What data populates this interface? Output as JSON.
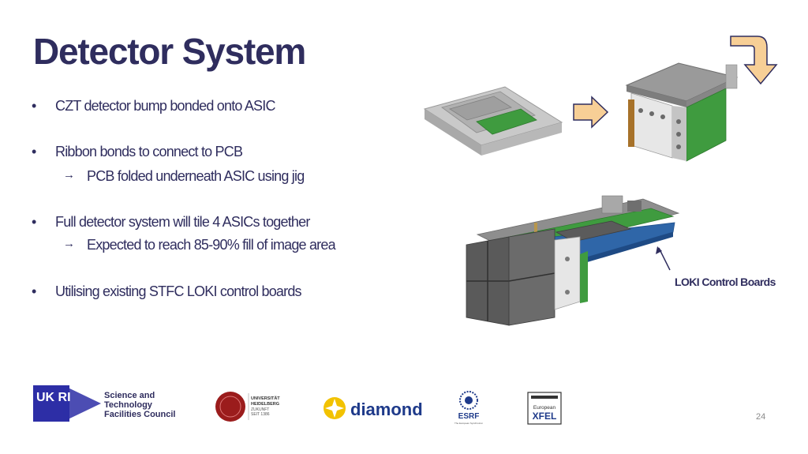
{
  "slide": {
    "title": "Detector System",
    "page_number": "24"
  },
  "bullets": [
    {
      "marker": "•",
      "text": "CZT detector bump bonded onto ASIC"
    },
    {
      "marker": "•",
      "text": "Ribbon bonds to connect to PCB"
    },
    {
      "marker": "→",
      "text": "PCB folded underneath ASIC using jig"
    },
    {
      "marker": "•",
      "text": "Full detector system will tile 4 ASICs together"
    },
    {
      "marker": "→",
      "text": "Expected to reach 85-90% fill of image area"
    },
    {
      "marker": "•",
      "text": "Utilising existing STFC LOKI control boards"
    }
  ],
  "figure": {
    "callout_label": "LOKI Control Boards"
  },
  "logos": {
    "ukri_mark": "UK RI",
    "stfc_line1": "Science and",
    "stfc_line2": "Technology",
    "stfc_line3": "Facilities Council",
    "heidelberg_line1": "UNIVERSITÄT",
    "heidelberg_line2": "HEIDELBERG",
    "heidelberg_line3": "ZUKUNFT",
    "heidelberg_line4": "SEIT 1386",
    "diamond": "diamond",
    "esrf": "ESRF",
    "esrf_sub": "The European Synchrotron",
    "xfel_line1": "European",
    "xfel_line2": "XFEL"
  },
  "colors": {
    "title": "#2f2d5e",
    "arrow_fill": "#f7cf96",
    "arrow_stroke": "#2f2d5e",
    "pcb_green": "#3f9b3f",
    "ukri_blue": "#2d2ea6",
    "heidelberg_red": "#9b1c1c",
    "diamond_yellow": "#f2c200",
    "diamond_blue": "#1e3a8a"
  }
}
